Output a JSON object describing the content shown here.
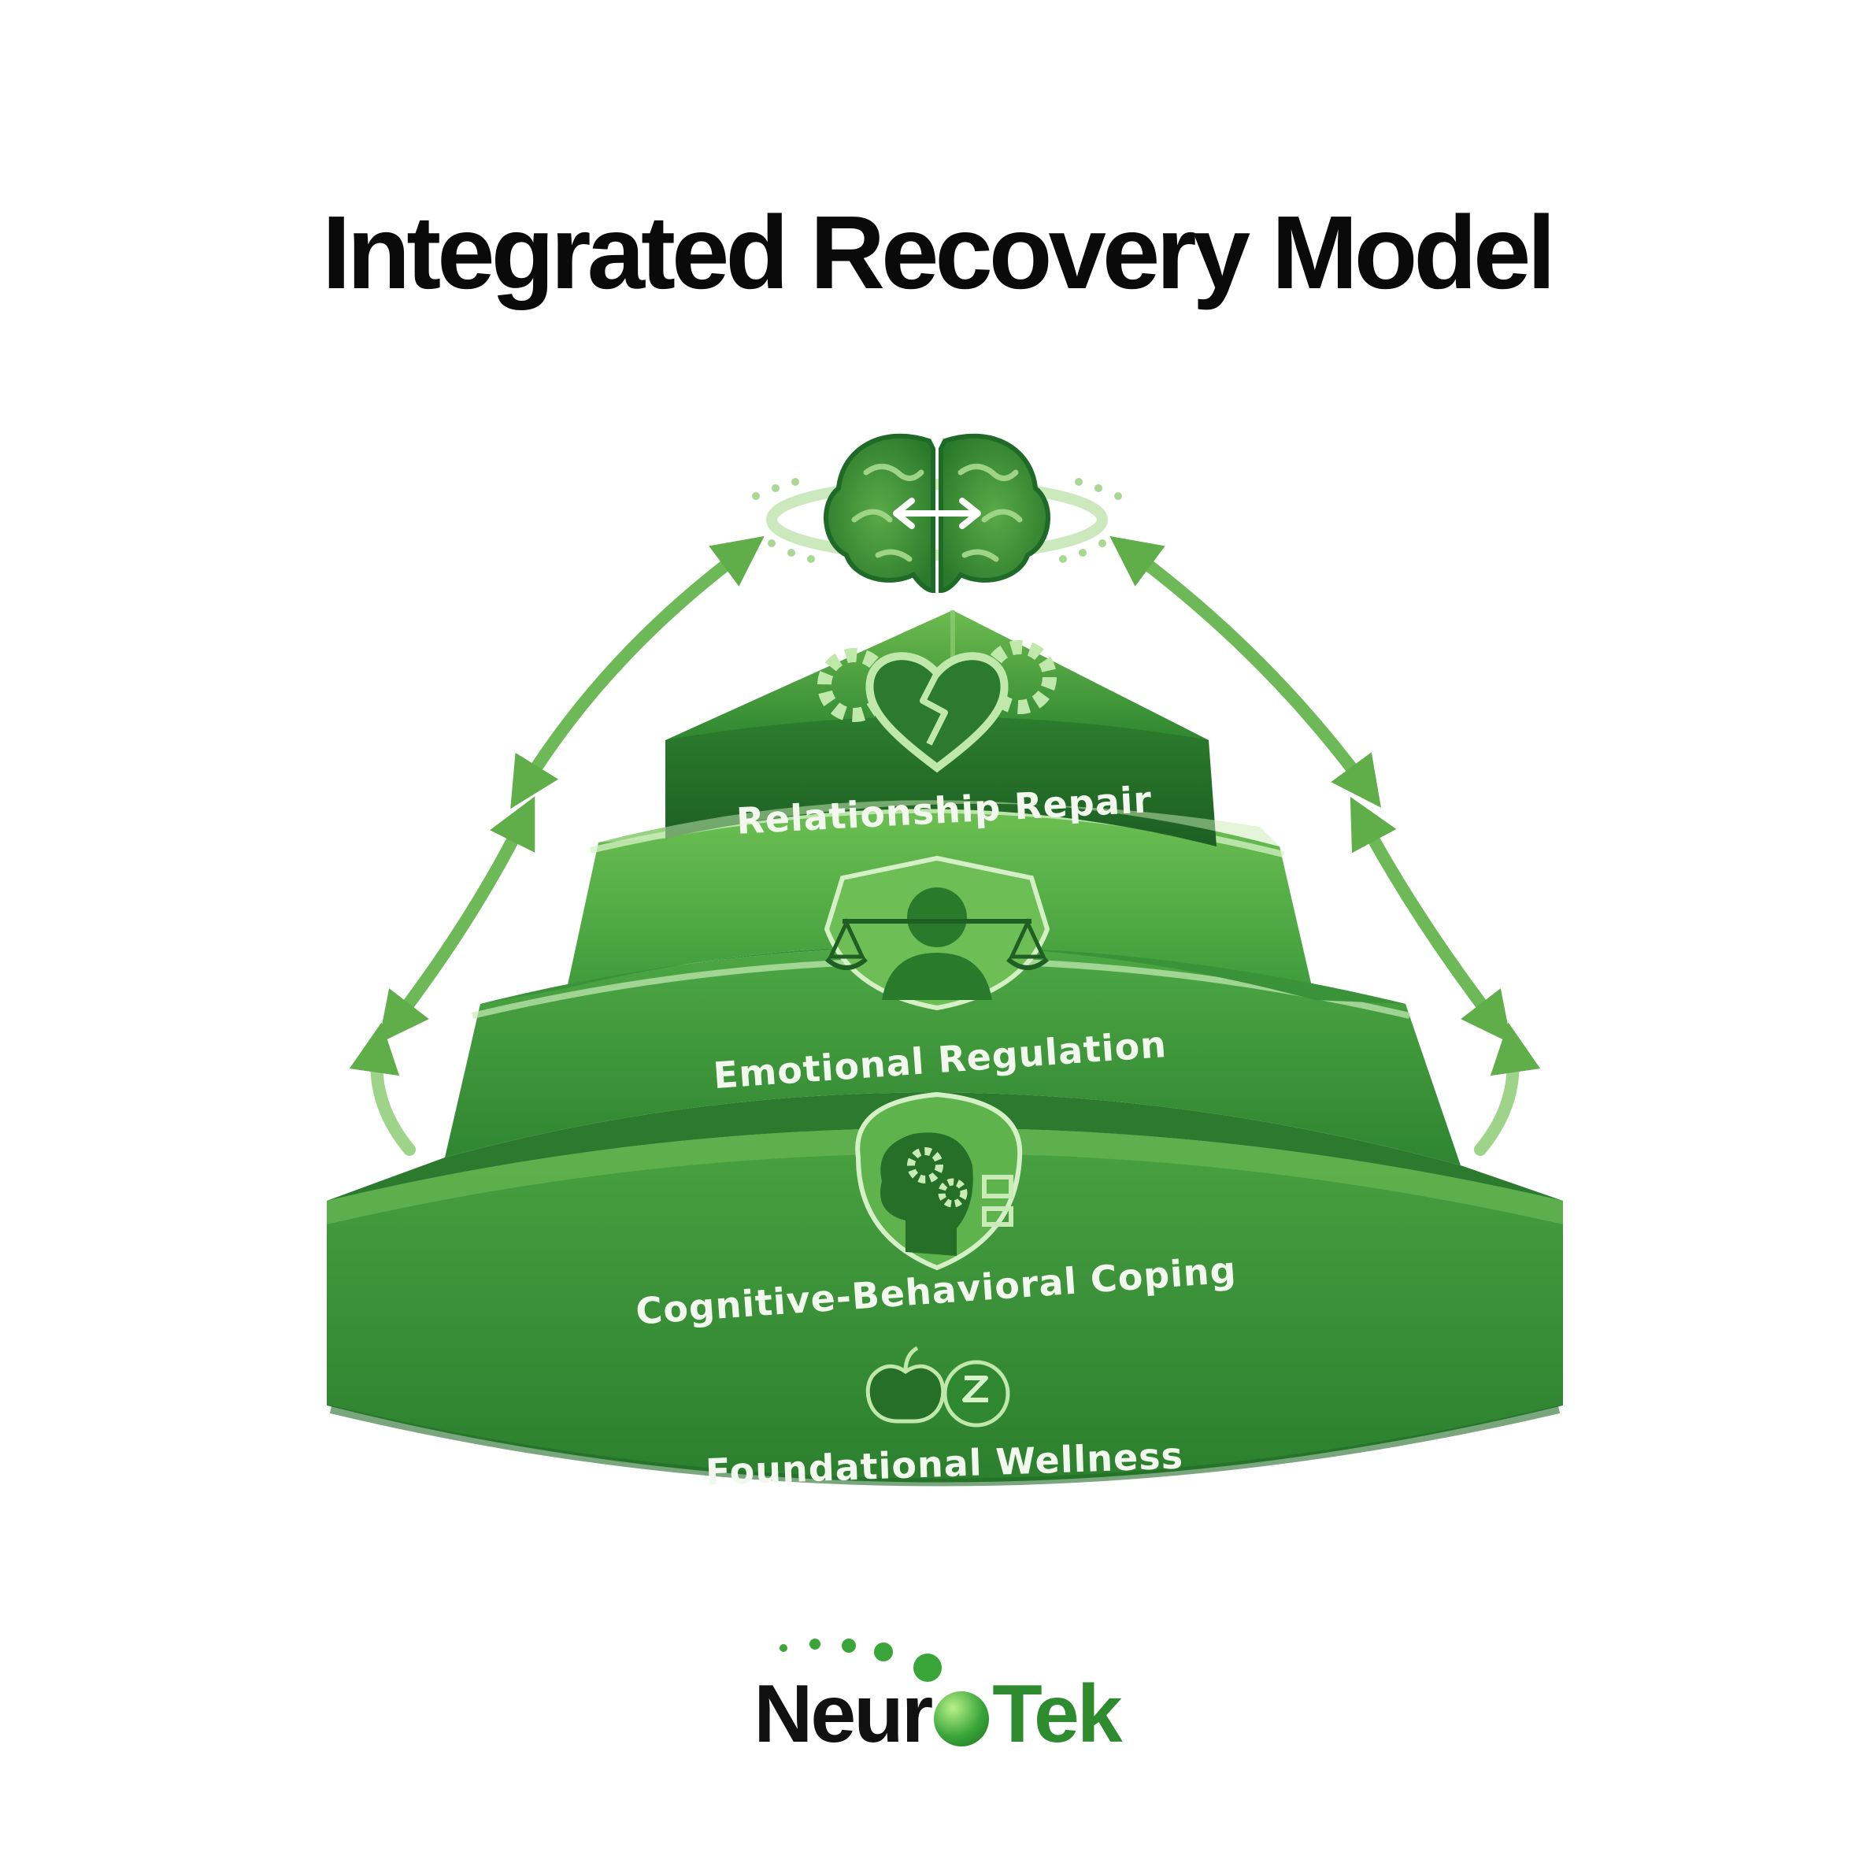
{
  "title": "Integrated Recovery Model",
  "tiers": [
    {
      "label": "Relationship Repair",
      "icon": "heart-gears-icon"
    },
    {
      "label": "Emotional Regulation",
      "icon": "balance-head-icon"
    },
    {
      "label": "Cognitive-Behavioral Coping",
      "icon": "head-gears-icon"
    },
    {
      "label": "Foundational Wellness",
      "icon": "apple-sleep-icon"
    }
  ],
  "apex_icon": "brain-icon",
  "logo": {
    "part1": "Neur",
    "part2": "Tek"
  },
  "colors": {
    "dark_green": "#1f6b2a",
    "mid_green": "#3f9a3c",
    "light_green": "#7cc35e",
    "logo_green": "#2e8b2e"
  }
}
